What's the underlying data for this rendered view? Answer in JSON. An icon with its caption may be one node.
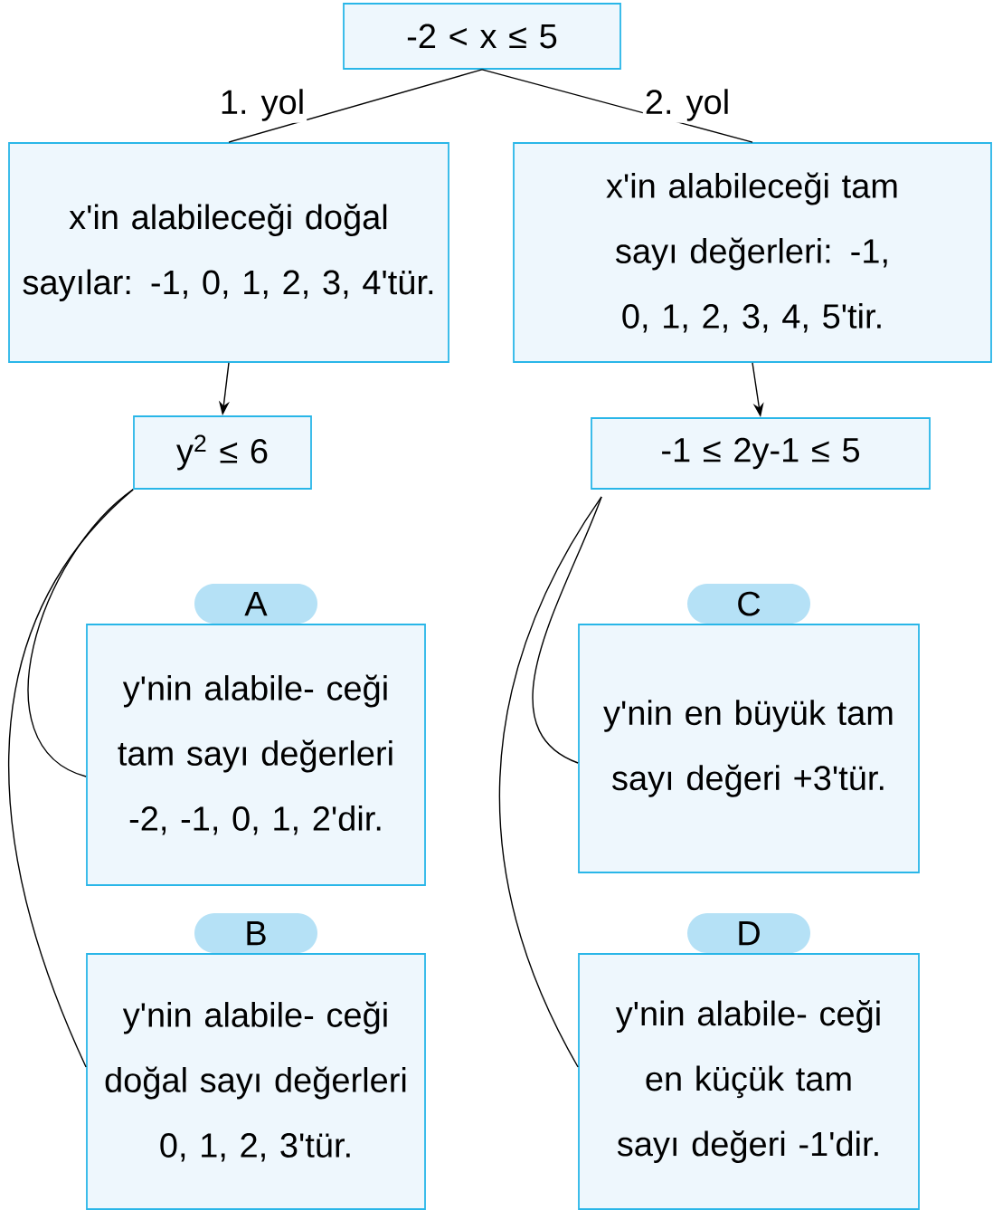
{
  "diagram": {
    "nodes": [
      {
        "text": [
          "-2 < x ≤ 5"
        ]
      },
      {
        "text": [
          "x'in alabileceği doğal sayılar: -1, 0, 1, 2, 3, 4'tür."
        ]
      },
      {
        "text": [
          "x'in alabileceği tam sayı değerleri: -1, 0, 1, 2, 3, 4, 5'tir."
        ]
      },
      {
        "text": [
          "y$^{2}$ ≤ 6"
        ]
      },
      {
        "text": [
          "-1 ≤ 2y-1 ≤ 5"
        ]
      },
      {
        "text": [
          "A",
          "y'nin alabile- ceği tam sayı değerleri -2, -1, 0, 1, 2'dir."
        ]
      },
      {
        "text": [
          "B",
          "y'nin alabile- ceği doğal sayı değerleri 0, 1, 2, 3'tür."
        ]
      },
      {
        "text": [
          "C",
          "y'nin en büyük tam sayı değeri +3'tür."
        ]
      },
      {
        "text": [
          "D",
          "y'nin alabile- ceği en küçük tam sayı değeri -1'dir."
        ]
      }
    ],
    "edges": [
      {
        "from": 0,
        "to": 1,
        "arrow": "none",
        "label": "1. yol"
      },
      {
        "from": 0,
        "to": 2,
        "arrow": "none",
        "label": "2. yol"
      },
      {
        "from": 1,
        "to": 3,
        "arrow": "to"
      },
      {
        "from": 2,
        "to": 4,
        "arrow": "to"
      },
      {
        "from": 3,
        "to": 5,
        "arrow": "none"
      },
      {
        "from": 3,
        "to": 6,
        "arrow": "none"
      },
      {
        "from": 4,
        "to": 7,
        "arrow": "none"
      },
      {
        "from": 4,
        "to": 8,
        "arrow": "none"
      }
    ]
  }
}
